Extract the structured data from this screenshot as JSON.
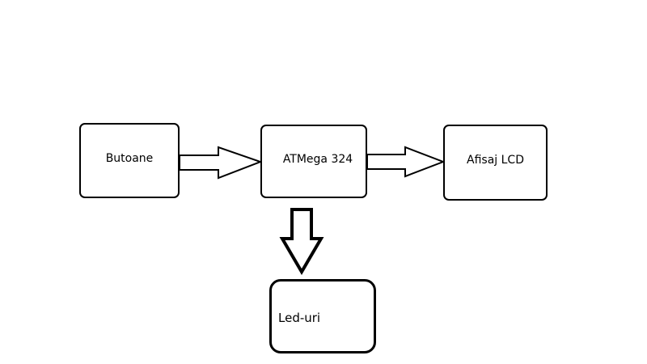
{
  "diagram": {
    "nodes": [
      {
        "id": "butoane",
        "label": "Butoane"
      },
      {
        "id": "atmega",
        "label": "ATMega 324"
      },
      {
        "id": "afisaj",
        "label": "Afisaj LCD"
      },
      {
        "id": "led",
        "label": "Led-uri"
      }
    ],
    "edges": [
      {
        "from": "butoane",
        "to": "atmega"
      },
      {
        "from": "atmega",
        "to": "afisaj"
      },
      {
        "from": "atmega",
        "to": "led"
      }
    ],
    "colors": {
      "stroke": "#000000",
      "fill": "#ffffff"
    }
  }
}
